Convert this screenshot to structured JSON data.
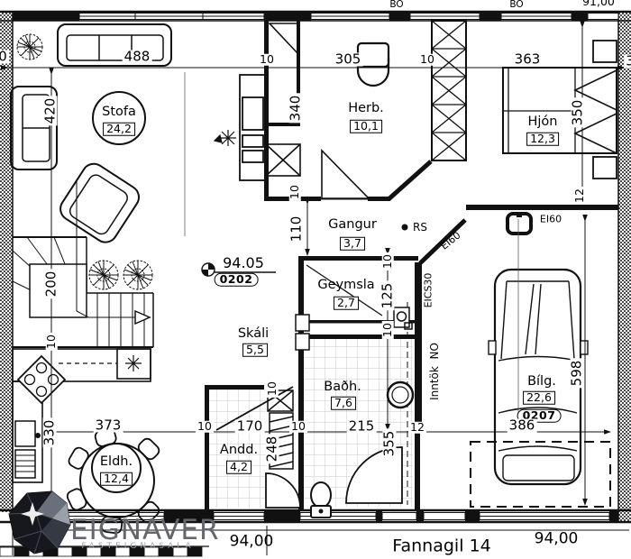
{
  "address": {
    "street": "Fannagil 14"
  },
  "elevations": {
    "left": "94,00",
    "right": "94,00",
    "top_right": "91,00",
    "floor": "94.05"
  },
  "units": {
    "current": "0202",
    "garage": "0207"
  },
  "rooms": {
    "stofa": {
      "name": "Stofa",
      "area": "24,2"
    },
    "herb": {
      "name": "Herb.",
      "area": "10,1"
    },
    "hjon": {
      "name": "Hjón",
      "area": "12,3"
    },
    "gangur": {
      "name": "Gangur",
      "area": "3,7"
    },
    "geymsla": {
      "name": "Geymsla",
      "area": "2,7"
    },
    "skali": {
      "name": "Skáli",
      "area": "5,5"
    },
    "badh": {
      "name": "Baðh.",
      "area": "7,6"
    },
    "andd": {
      "name": "Andd.",
      "area": "4,2"
    },
    "eldh": {
      "name": "Eldh.",
      "area": "12,4"
    },
    "bilg": {
      "name": "Bílg.",
      "area": "22,6"
    }
  },
  "dims": {
    "cut_left": "0",
    "d488": "488",
    "d305": "305",
    "d363": "363",
    "cut_right": "3",
    "d420": "420",
    "d200": "200",
    "d330": "330",
    "d340": "340",
    "d110": "110",
    "d350": "350",
    "d125": "125",
    "d373": "373",
    "d170": "170",
    "d215": "215",
    "d355": "355",
    "d248": "248",
    "d386": "386",
    "d598": "598",
    "d12_a": "12",
    "d12_b": "12",
    "d10_1": "10",
    "d10_2": "10",
    "d10_3": "10",
    "d10_4": "10",
    "d10_5": "10",
    "d10_6": "10",
    "d10_7": "10",
    "d10_8": "10",
    "d10_9": "10"
  },
  "marks": {
    "bo_1": "BO",
    "bo_2": "BO",
    "rs": "RS",
    "ei60_wall": "EI60",
    "ei60_diag": "EI60",
    "eics30": "EICS30",
    "inntok": "Inntök  NO"
  },
  "logo": {
    "brand": "EIGNAVER",
    "tagline": "FASTEIGNASALA"
  }
}
